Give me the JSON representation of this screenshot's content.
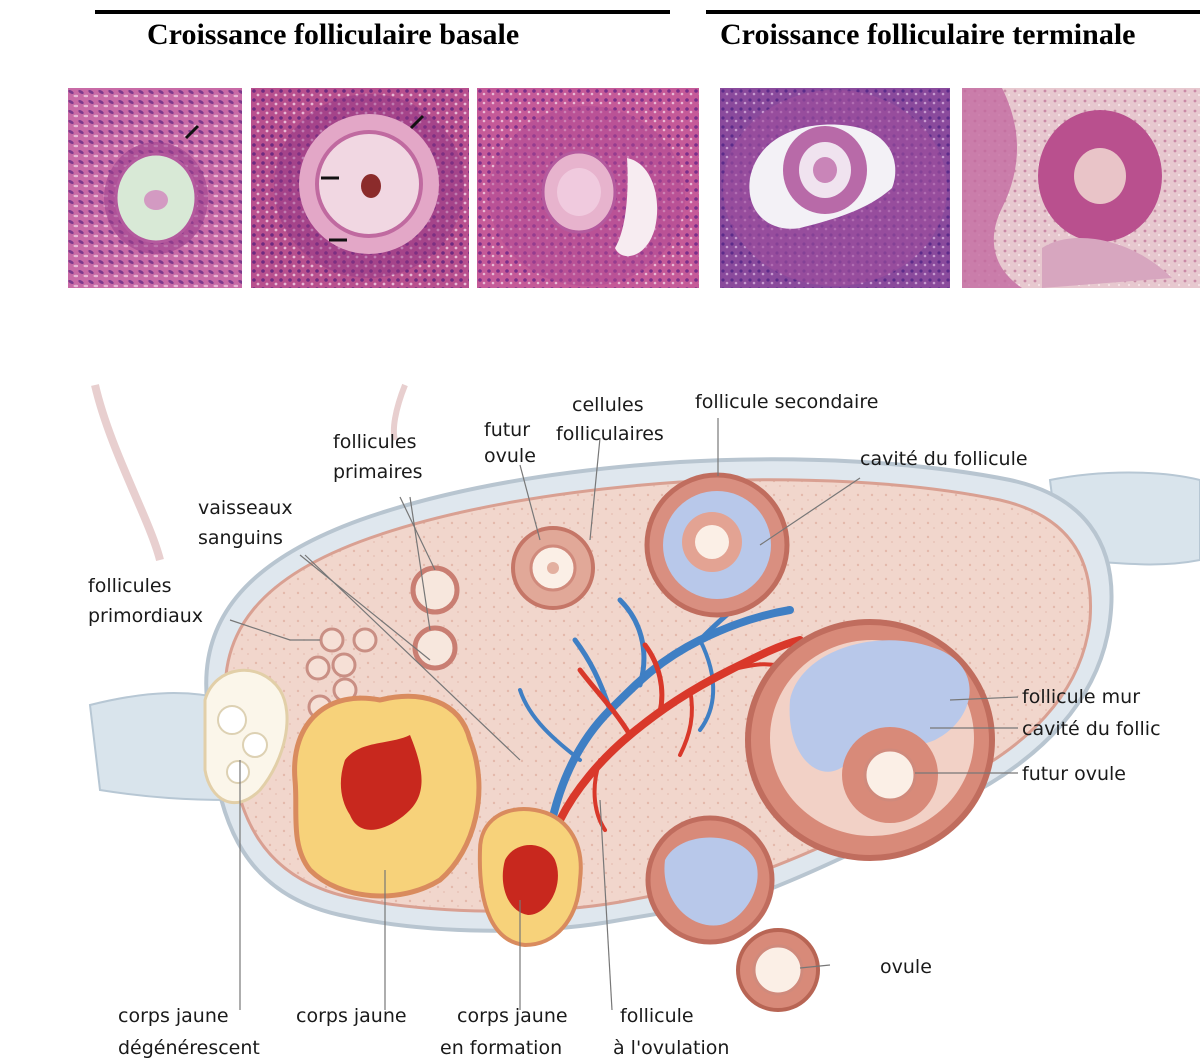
{
  "headings": {
    "basal": "Croissance folliculaire basale",
    "terminal": "Croissance folliculaire terminale"
  },
  "micrographs": [
    {
      "id": "primary-follicle",
      "label": ""
    },
    {
      "id": "secondary-follicle",
      "label": ""
    },
    {
      "id": "early-antral-follicle",
      "label": ""
    },
    {
      "id": "antral-follicle",
      "label": ""
    },
    {
      "id": "preovulatory-follicle",
      "label": ""
    }
  ],
  "labels": {
    "follicules_primordiaux_1": "follicules",
    "follicules_primordiaux_2": "primordiaux",
    "vaisseaux_1": "vaisseaux",
    "vaisseaux_2": "sanguins",
    "follicules_primaires_1": "follicules",
    "follicules_primaires_2": "primaires",
    "futur_ovule_top_1": "futur",
    "futur_ovule_top_2": "ovule",
    "cellules_1": "cellules",
    "cellules_2": "folliculaires",
    "follicule_secondaire": "follicule secondaire",
    "cavite_follicule_top": "cavité du follicule",
    "follicule_mur": "follicule mur",
    "cavite_follicule_right": "cavité du follic",
    "futur_ovule_right": "futur  ovule",
    "ovule": "ovule",
    "corps_jaune_degenerescent_1": "corps jaune",
    "corps_jaune_degenerescent_2": "dégénérescent",
    "corps_jaune": "corps jaune",
    "corps_jaune_formation_1": "corps jaune",
    "corps_jaune_formation_2": "en formation",
    "follicule_ovulation_1": "follicule",
    "follicule_ovulation_2": "à l'ovulation"
  },
  "colors": {
    "tissue": "#f1d6cc",
    "tissue_dark": "#d99a8a",
    "artery": "#d9382a",
    "vein": "#3f7fc4",
    "corpus_yellow": "#f7d27a",
    "corpus_red": "#c8281e",
    "cavity_blue": "#b8c8ea",
    "stain_pink": "#c8609a",
    "stain_purple": "#7a3c96"
  }
}
